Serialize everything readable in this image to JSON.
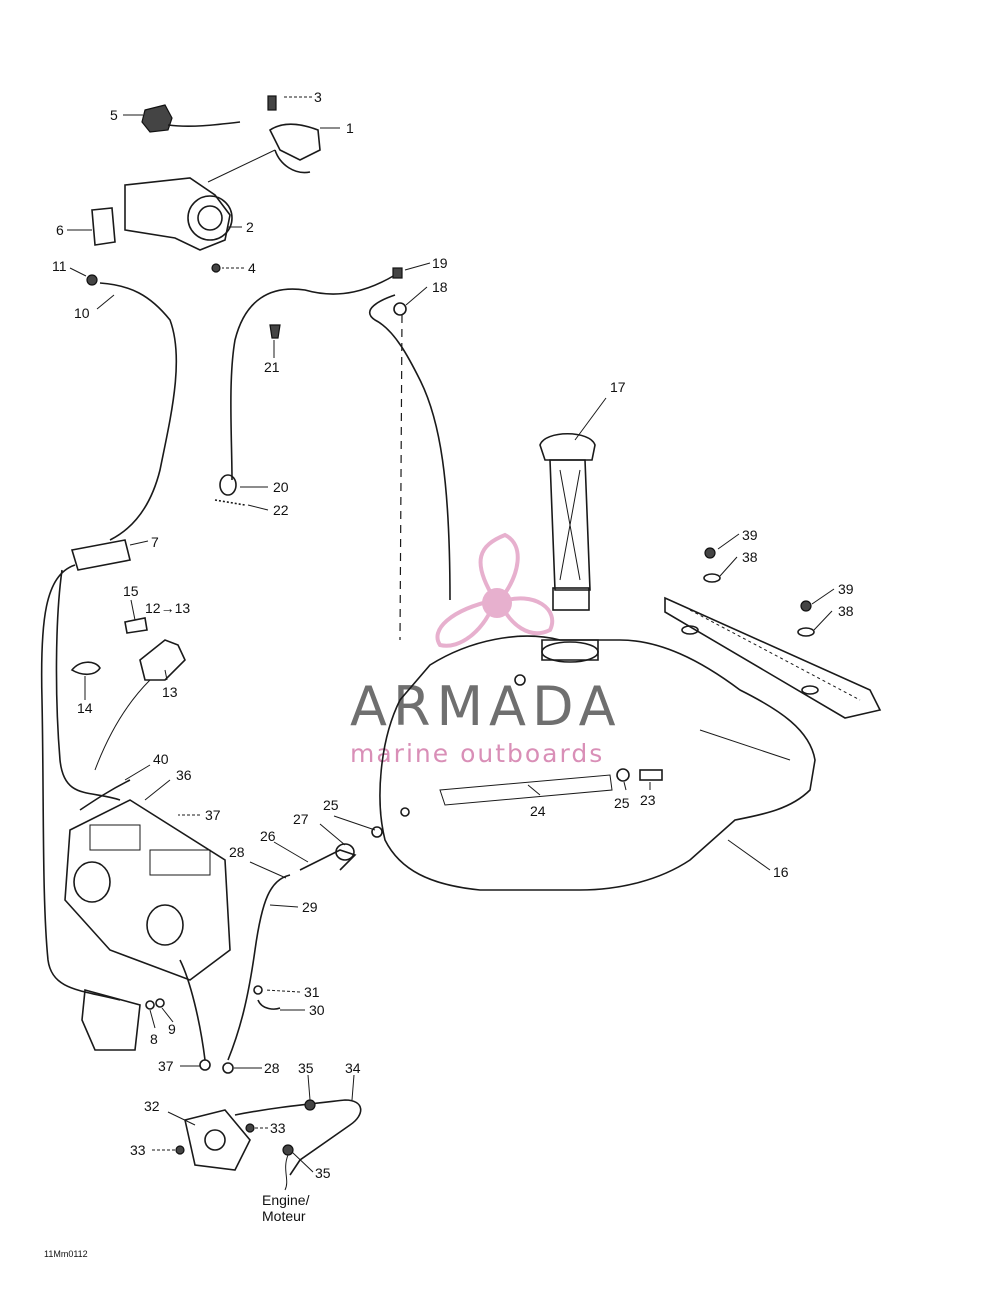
{
  "labels": {
    "l1": "1",
    "l2": "2",
    "l3": "3",
    "l4": "4",
    "l5": "5",
    "l6": "6",
    "l7": "7",
    "l8": "8",
    "l9": "9",
    "l10": "10",
    "l11": "11",
    "l12to13": "12→13",
    "l13": "13",
    "l14": "14",
    "l15": "15",
    "l16": "16",
    "l17": "17",
    "l18": "18",
    "l19": "19",
    "l20": "20",
    "l21": "21",
    "l22": "22",
    "l23": "23",
    "l24": "24",
    "l25a": "25",
    "l25b": "25",
    "l26": "26",
    "l27": "27",
    "l28a": "28",
    "l28b": "28",
    "l29": "29",
    "l30": "30",
    "l31": "31",
    "l32": "32",
    "l33a": "33",
    "l33b": "33",
    "l34": "34",
    "l35a": "35",
    "l35b": "35",
    "l36": "36",
    "l37a": "37",
    "l37b": "37",
    "l38a": "38",
    "l38b": "38",
    "l39a": "39",
    "l39b": "39",
    "l40": "40"
  },
  "engine_label": {
    "line1": "Engine/",
    "line2": "Moteur"
  },
  "watermark": {
    "title": "ARMADA",
    "subtitle": "marine outboards"
  },
  "figure_code": "11Mm0112",
  "colors": {
    "watermark_pink": "#e3a3c6",
    "watermark_gray": "#6f6f6f",
    "ink": "#1a1a1a"
  }
}
